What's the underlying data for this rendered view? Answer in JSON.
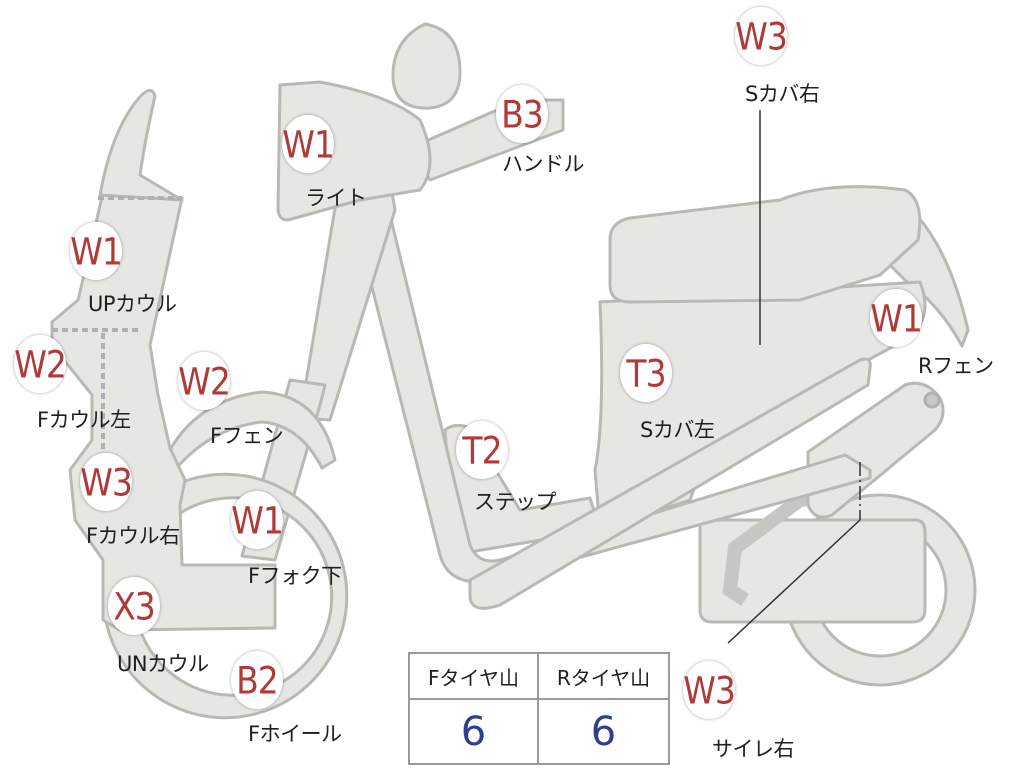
{
  "colors": {
    "code": "#b03a3a",
    "value": "#2f3e8f",
    "part_fill": "#e6e6e2"
  },
  "parts": [
    {
      "id": "light",
      "code": "W1",
      "label": "ライト"
    },
    {
      "id": "handle",
      "code": "B3",
      "label": "ハンドル"
    },
    {
      "id": "s-cover-r",
      "code": "W3",
      "label": "Sカバ右"
    },
    {
      "id": "up-cowl",
      "code": "W1",
      "label": "UPカウル"
    },
    {
      "id": "f-cowl-l",
      "code": "W2",
      "label": "Fカウル左"
    },
    {
      "id": "f-fender",
      "code": "W2",
      "label": "Fフェン"
    },
    {
      "id": "f-cowl-r",
      "code": "W3",
      "label": "Fカウル右"
    },
    {
      "id": "f-fork",
      "code": "W1",
      "label": "Fフォク下"
    },
    {
      "id": "un-cowl",
      "code": "X3",
      "label": "UNカウル"
    },
    {
      "id": "f-wheel",
      "code": "B2",
      "label": "Fホイール"
    },
    {
      "id": "step",
      "code": "T2",
      "label": "ステップ"
    },
    {
      "id": "s-cover-l",
      "code": "T3",
      "label": "Sカバ左"
    },
    {
      "id": "r-fender",
      "code": "W1",
      "label": "Rフェン"
    },
    {
      "id": "muffler-r",
      "code": "W3",
      "label": "サイレ右"
    }
  ],
  "tire_table": {
    "headers": [
      "Fタイヤ山",
      "Rタイヤ山"
    ],
    "values": [
      "6",
      "6"
    ]
  }
}
